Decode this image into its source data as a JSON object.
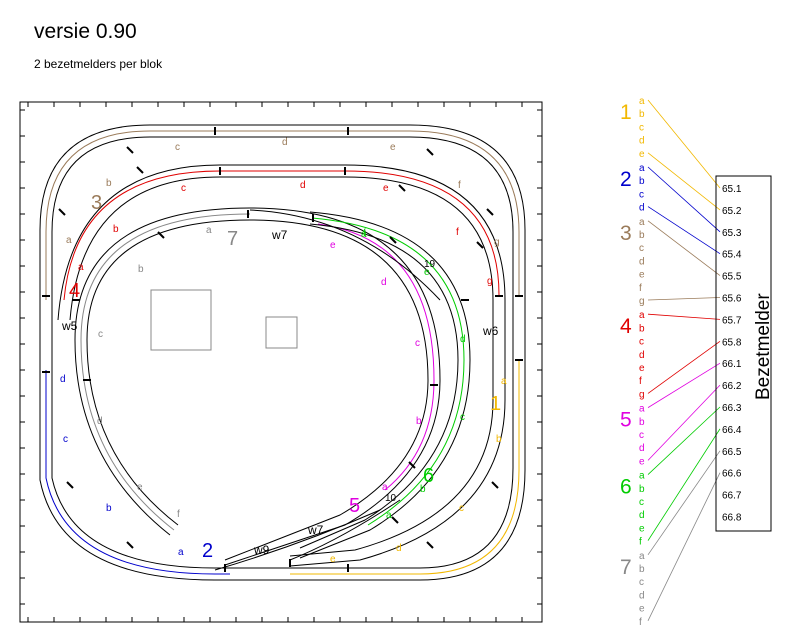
{
  "header": {
    "title": "versie 0.90",
    "subtitle": "2 bezetmelders per blok"
  },
  "colors": {
    "1": "#f2b800",
    "2": "#0000cc",
    "3": "#9a7b5a",
    "4": "#e00000",
    "5": "#e000e0",
    "6": "#00cc00",
    "7": "#888888",
    "track": "#000000"
  },
  "blocks": [
    {
      "id": "1",
      "sections": [
        "a",
        "b",
        "c",
        "d",
        "e"
      ]
    },
    {
      "id": "2",
      "sections": [
        "a",
        "b",
        "c",
        "d"
      ]
    },
    {
      "id": "3",
      "sections": [
        "a",
        "b",
        "c",
        "d",
        "e",
        "f",
        "g"
      ]
    },
    {
      "id": "4",
      "sections": [
        "a",
        "b",
        "c",
        "d",
        "e",
        "f",
        "g"
      ]
    },
    {
      "id": "5",
      "sections": [
        "a",
        "b",
        "c",
        "d",
        "e"
      ]
    },
    {
      "id": "6",
      "sections": [
        "a",
        "b",
        "c",
        "d",
        "e",
        "f"
      ]
    },
    {
      "id": "7",
      "sections": [
        "a",
        "b",
        "c",
        "d",
        "e",
        "f"
      ]
    }
  ],
  "detector_panel": {
    "title": "Bezetmelder",
    "detectors": [
      "65.1",
      "65.2",
      "65.3",
      "65.4",
      "65.5",
      "65.6",
      "65.7",
      "65.8",
      "66.1",
      "66.2",
      "66.3",
      "66.4",
      "66.5",
      "66.6",
      "66.7",
      "66.8"
    ]
  },
  "track_labels": {
    "switches": [
      "w5",
      "w6",
      "w7",
      "w7",
      "w9"
    ],
    "numbers": [
      "19",
      "10"
    ]
  }
}
